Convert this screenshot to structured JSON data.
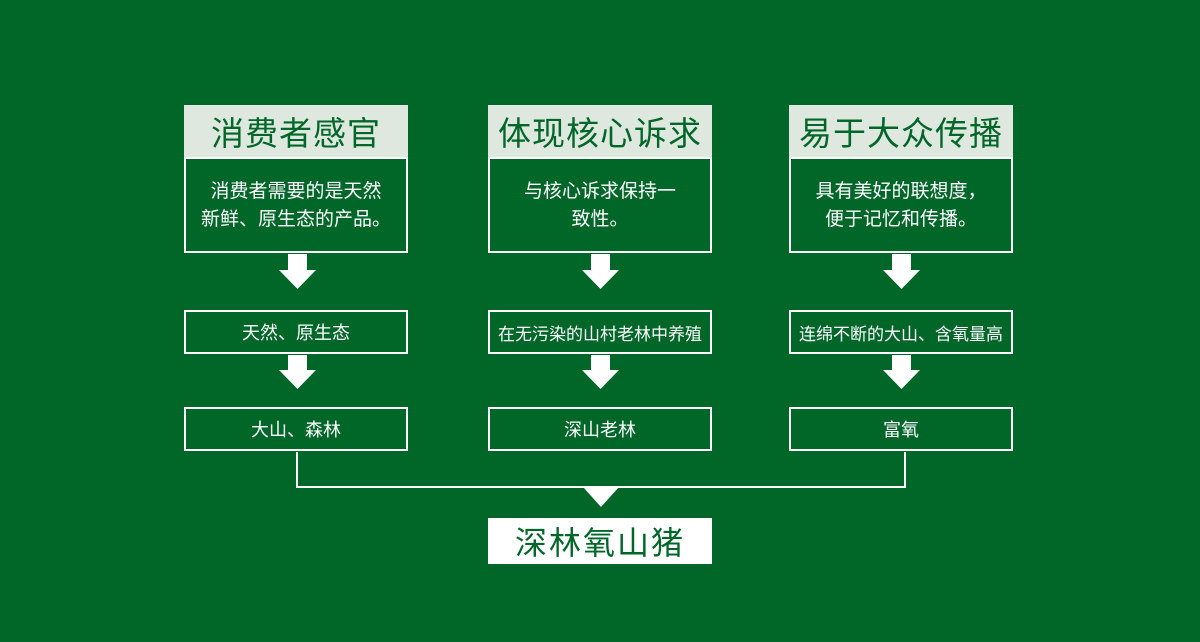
{
  "columns": [
    {
      "header": "消费者感官",
      "desc_lines": [
        "消费者需要的是天然",
        "新鲜、原生态的产品。"
      ],
      "step1": "天然、原生态",
      "step2": "大山、森林"
    },
    {
      "header": "体现核心诉求",
      "desc_lines": [
        "与核心诉求保持一",
        "致性。"
      ],
      "step1": "在无污染的山村老林中养殖",
      "step2": "深山老林"
    },
    {
      "header": "易于大众传播",
      "desc_lines": [
        "具有美好的联想度，",
        "便于记忆和传播。"
      ],
      "step1": "连绵不断的大山、含氧量高",
      "step2": "富氧"
    }
  ],
  "result": "深林氧山猪",
  "colors": {
    "background": "#006729",
    "header_bg": "#dfe8df",
    "text_light": "#ffffff"
  }
}
